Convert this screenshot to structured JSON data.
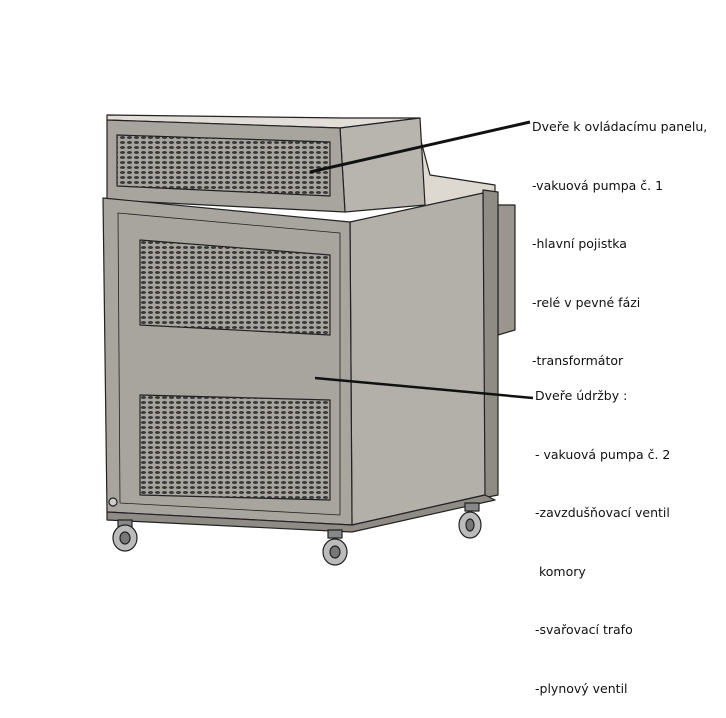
{
  "annotations": {
    "control_panel_door": {
      "title": "Dveře k ovládacímu panelu,",
      "items": [
        "-vakuová pumpa č. 1",
        "-hlavní pojistka",
        "-relé v pevné fázi",
        "-transformátor"
      ]
    },
    "maintenance_door": {
      "title": "Dveře údržby :",
      "items": [
        "- vakuová pumpa č. 2",
        "-zavzdušňovací ventil",
        " komory",
        "-svařovací trafo",
        "-plynový ventil"
      ]
    }
  },
  "colors": {
    "body": "#a8a49e",
    "side": "#b3afa9",
    "lid": "#e2ddd6",
    "line": "#222222"
  }
}
